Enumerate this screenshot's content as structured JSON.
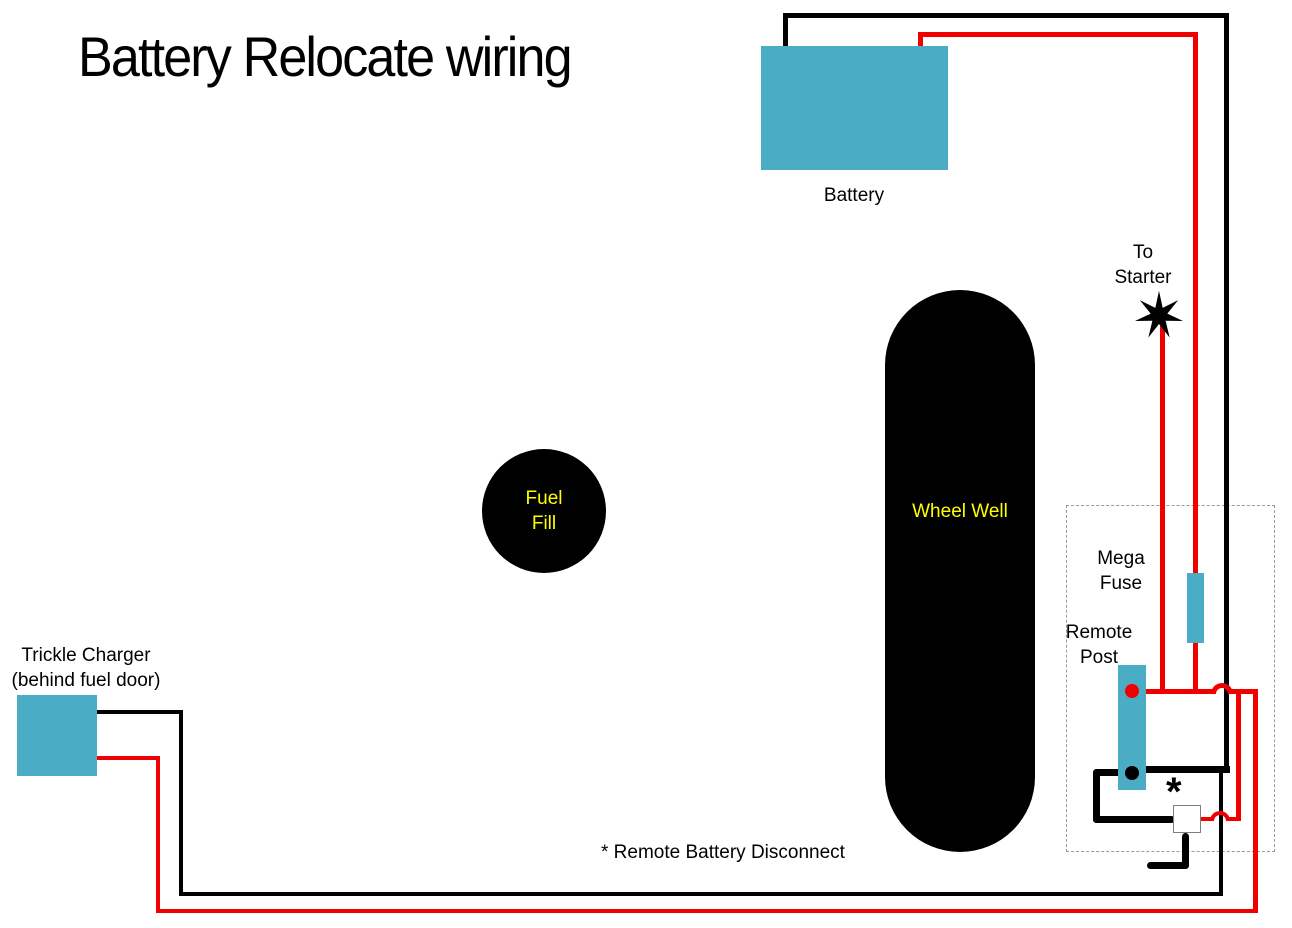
{
  "title": "Battery Relocate wiring",
  "colors": {
    "device_fill": "#4BACC6",
    "wire_red": "#F20000",
    "wire_black": "#000000",
    "label_yellow": "#FFFF00",
    "dashed_border": "#9A9A9A",
    "switch_border": "#7F7F7F"
  },
  "components": {
    "battery": {
      "label": "Battery"
    },
    "starter": {
      "label": "To\nStarter"
    },
    "fuel_fill": {
      "label": "Fuel\nFill"
    },
    "wheel_well": {
      "label": "Wheel Well"
    },
    "mega_fuse": {
      "label": "Mega\nFuse"
    },
    "remote_post": {
      "label": "Remote\nPost"
    },
    "trickle_charger": {
      "label": "Trickle Charger\n(behind fuel door)"
    },
    "disconnect": {
      "marker": "*",
      "note": "* Remote Battery Disconnect"
    }
  }
}
